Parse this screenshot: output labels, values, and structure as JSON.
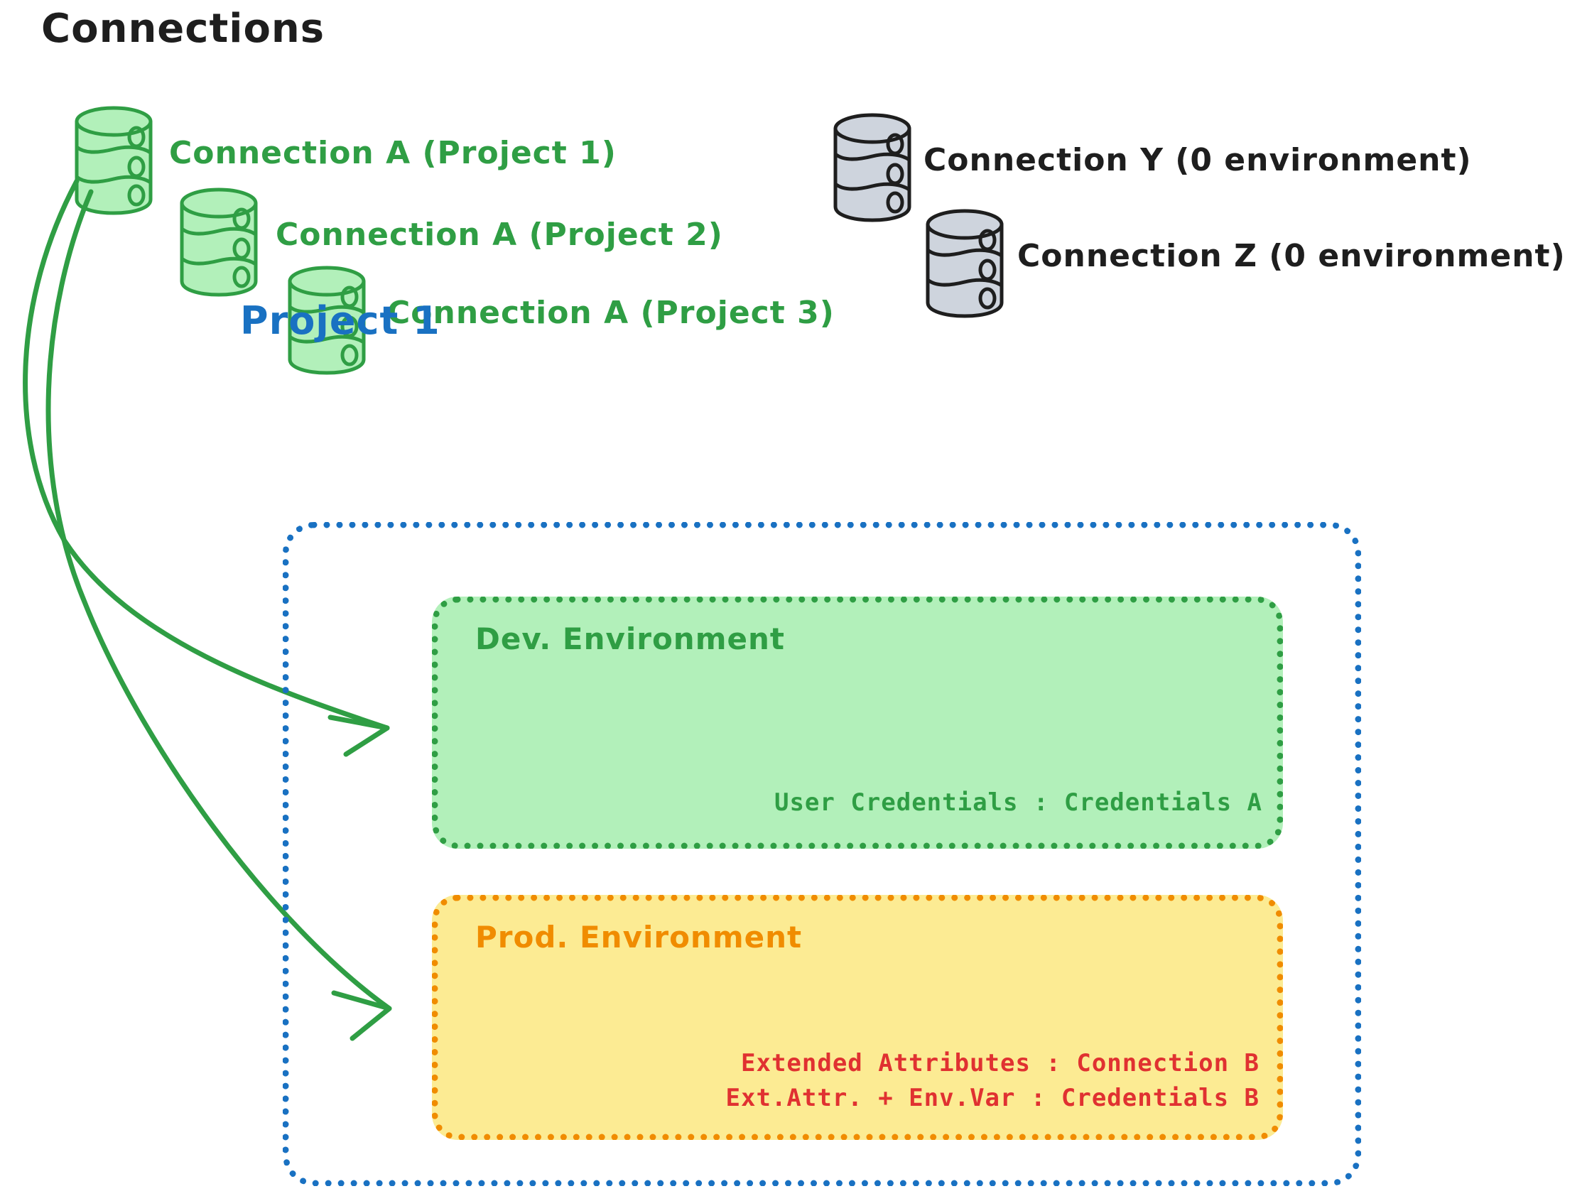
{
  "header": {
    "title": "Connections"
  },
  "connections": {
    "green": [
      {
        "label": "Connection A (Project 1)",
        "icon": "database-icon",
        "color": "#2f9e44"
      },
      {
        "label": "Connection A (Project 2)",
        "icon": "database-icon",
        "color": "#2f9e44"
      },
      {
        "label": "Connection A (Project 3)",
        "icon": "database-icon",
        "color": "#2f9e44"
      }
    ],
    "gray": [
      {
        "label": "Connection Y (0 environment)",
        "icon": "database-icon",
        "color": "#1e1e1e"
      },
      {
        "label": "Connection Z (0 environment)",
        "icon": "database-icon",
        "color": "#1e1e1e"
      }
    ]
  },
  "project": {
    "title": "Project 1",
    "color": "#1971c2"
  },
  "dev_environment": {
    "title": "Dev. Environment",
    "credentials": "User Credentials : Credentials A",
    "fill": "#b2f0ba",
    "border": "#2f9e44",
    "text_color": "#2f9e44"
  },
  "prod_environment": {
    "title": "Prod. Environment",
    "lines": [
      "Extended Attributes : Connection B",
      "Ext.Attr. + Env.Var : Credentials B"
    ],
    "fill": "#fceb93",
    "border": "#f08c00",
    "title_color": "#f08c00",
    "text_color": "#e03131"
  },
  "arrows": [
    {
      "name": "arrow-connection-a-to-dev",
      "from": "Connection A (Project 1)",
      "to": "Dev. Environment",
      "color": "#2f9e44"
    },
    {
      "name": "arrow-connection-a-to-prod",
      "from": "Connection A (Project 1)",
      "to": "Prod. Environment",
      "color": "#2f9e44"
    }
  ],
  "palette": {
    "green_fill": "#b2f0ba",
    "green_stroke": "#2f9e44",
    "gray_fill": "#ced4dd",
    "gray_stroke": "#1e1e1e",
    "yellow_fill": "#fceb93",
    "orange_stroke": "#f08c00",
    "blue_stroke": "#1971c2",
    "red_text": "#e03131"
  }
}
